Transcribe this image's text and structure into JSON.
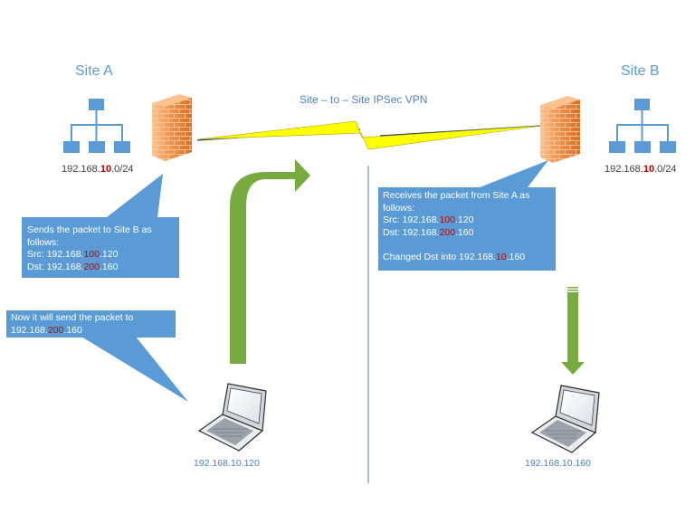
{
  "site_a": {
    "title": "Site A",
    "subnet": {
      "prefix": "192.168.",
      "highlight": "10",
      "suffix": ".0/24"
    }
  },
  "site_b": {
    "title": "Site B",
    "subnet": {
      "prefix": "192.168.",
      "highlight": "10",
      "suffix": ".0/24"
    }
  },
  "vpn": {
    "label": "Site – to – Site IPSec VPN"
  },
  "callout_site_a": {
    "line1": "Sends the packet to Site B as",
    "line2": "follows:",
    "src": {
      "prefix": "Src: 192.168.",
      "highlight": "100",
      "suffix": ".120"
    },
    "dst": {
      "prefix": "Dst: 192.168.",
      "highlight": "200",
      "suffix": ".160"
    }
  },
  "callout_host_a": {
    "line1": "Now it will send the packet to",
    "addr": {
      "prefix": "192.168.",
      "highlight": "200",
      "suffix": ".160"
    }
  },
  "callout_site_b": {
    "line1": "Receives the packet from Site A as",
    "line2": "follows:",
    "src": {
      "prefix": "Src: 192.168.",
      "highlight": "100",
      "suffix": ".120"
    },
    "dst": {
      "prefix": "Dst: 192.168.",
      "highlight": "200",
      "suffix": ".160"
    },
    "changed": {
      "prefix": "Changed Dst into 192.168.",
      "highlight": "10",
      "suffix": ".160"
    }
  },
  "host_a": {
    "ip": "192.168.10.120"
  },
  "host_b": {
    "ip": "192.168.10.160"
  },
  "colors": {
    "callout_fill": "#5b9bd5",
    "network_icon": "#5b9bd5",
    "firewall": "#f08a3c",
    "arrow": "#77ab3f",
    "lightning": "#ffff00",
    "highlight": "#c00000"
  }
}
